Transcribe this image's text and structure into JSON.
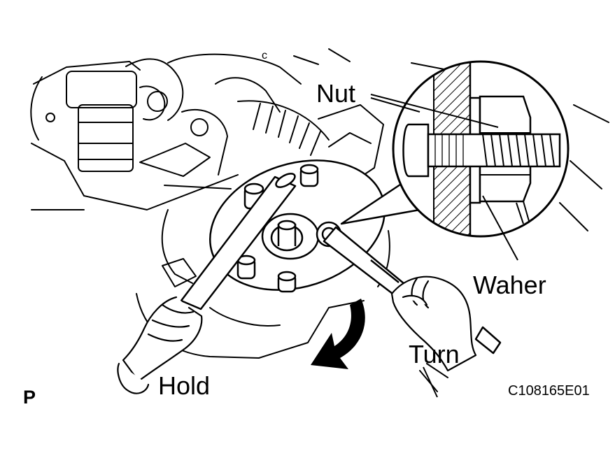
{
  "labels": {
    "nut": "Nut",
    "washer": "Waher",
    "turn": "Turn",
    "hold": "Hold",
    "view_marker": "P",
    "figure_code": "C108165E01",
    "hub_mark": "c"
  },
  "colors": {
    "ink": "#000000",
    "paper": "#ffffff"
  }
}
